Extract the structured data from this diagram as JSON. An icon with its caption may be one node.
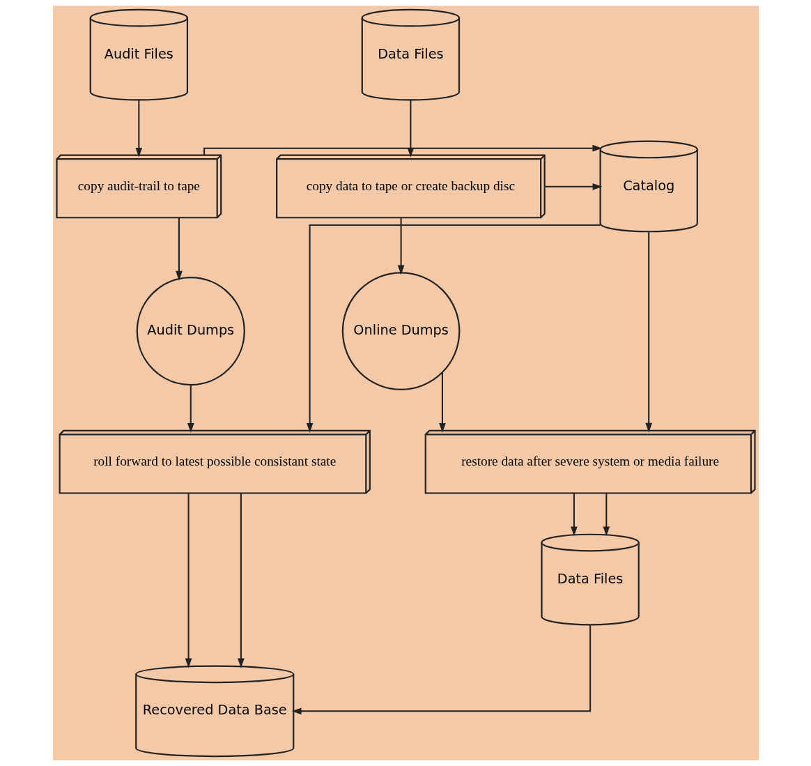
{
  "diagram": {
    "nodes": [
      {
        "text": [
          "Data Files"
        ]
      },
      {
        "text": [
          "Audit Files"
        ]
      },
      {
        "text": [
          "copy data to tape or create backup disc"
        ]
      },
      {
        "text": [
          "Catalog"
        ]
      },
      {
        "text": [
          "copy audit-trail to tape"
        ]
      },
      {
        "text": [
          "Online Dumps"
        ]
      },
      {
        "text": [
          "Audit Dumps"
        ]
      },
      {
        "text": [
          "restore data after severe system or media failure"
        ]
      },
      {
        "text": [
          "roll forward to latest possible consistant state"
        ]
      },
      {
        "text": [
          "Data Files"
        ]
      },
      {
        "text": [
          "Recovered Data Base"
        ]
      }
    ],
    "edges": [
      {
        "from": 0,
        "to": 2,
        "arrow": "to"
      },
      {
        "from": 1,
        "to": 4,
        "arrow": "to"
      },
      {
        "from": 2,
        "to": 3,
        "arrow": "to"
      },
      {
        "from": 4,
        "to": 3,
        "arrow": "to"
      },
      {
        "from": 2,
        "to": 5,
        "arrow": "to"
      },
      {
        "from": 4,
        "to": 6,
        "arrow": "to"
      },
      {
        "from": 5,
        "to": 7,
        "arrow": "to"
      },
      {
        "from": 3,
        "to": 7,
        "arrow": "to"
      },
      {
        "from": 3,
        "to": 8,
        "arrow": "to"
      },
      {
        "from": 6,
        "to": 8,
        "arrow": "to"
      },
      {
        "from": 7,
        "to": 9,
        "arrow": "to"
      },
      {
        "from": 7,
        "to": 9,
        "arrow": "to"
      },
      {
        "from": 9,
        "to": 10,
        "arrow": "to"
      },
      {
        "from": 8,
        "to": 10,
        "arrow": "to"
      },
      {
        "from": 8,
        "to": 10,
        "arrow": "to"
      }
    ]
  }
}
